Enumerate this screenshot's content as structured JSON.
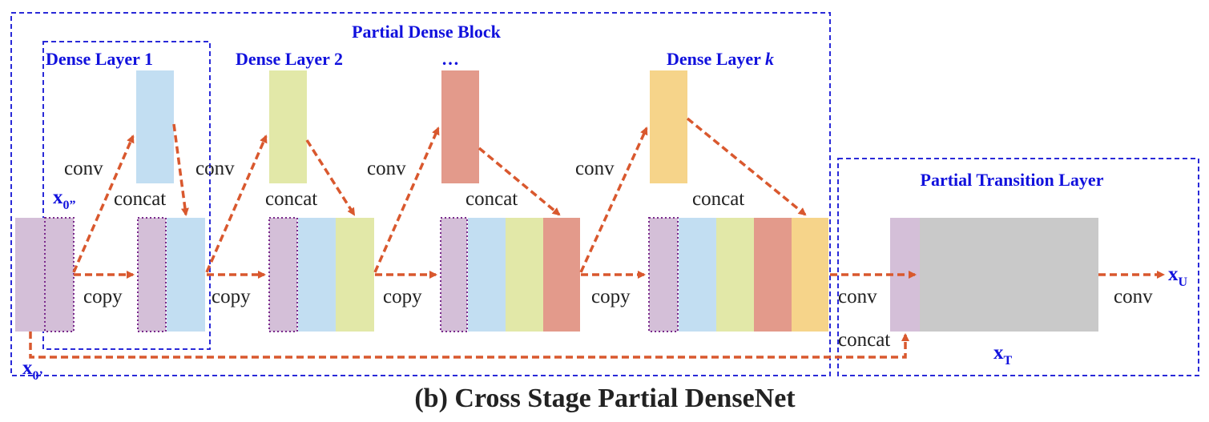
{
  "titles": {
    "partial_dense_block": "Partial Dense Block",
    "dense_layer_1": "Dense Layer 1",
    "dense_layer_2": "Dense Layer 2",
    "dense_layer_ellipsis": "…",
    "dense_layer_k_prefix": "Dense Layer ",
    "dense_layer_k_var": "k",
    "partial_transition_layer": "Partial Transition Layer"
  },
  "ops": {
    "conv": "conv",
    "concat": "concat",
    "copy": "copy"
  },
  "symbols": {
    "x": "x",
    "x0_double_prime_sub": "0”",
    "x0_prime_sub": "0’",
    "xT_sub": "T",
    "xU_sub": "U"
  },
  "caption": "(b) Cross Stage Partial DenseNet",
  "colors": {
    "purple": "#d4bfd8",
    "blue": "#c2def2",
    "green": "#e2e8a8",
    "red": "#e39a8b",
    "yellow": "#f6d48a",
    "gray": "#c9c9c9",
    "arrow": "#d9582e",
    "box_border": "#2a2ad8",
    "dotted_border": "#7a2a8c"
  }
}
